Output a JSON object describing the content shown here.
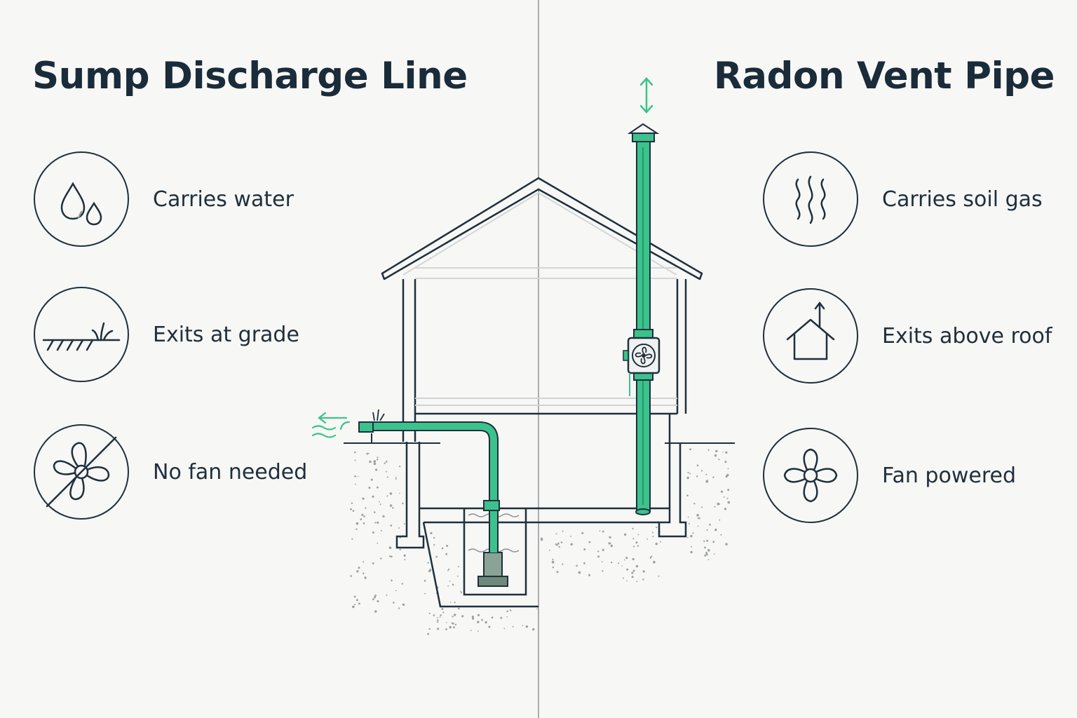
{
  "left": {
    "title": "Sump Discharge Line",
    "features": [
      {
        "icon": "water-drops-icon",
        "label": "Carries water"
      },
      {
        "icon": "ground-grade-icon",
        "label": "Exits at grade"
      },
      {
        "icon": "no-fan-icon",
        "label": "No fan needed"
      }
    ]
  },
  "right": {
    "title": "Radon Vent Pipe",
    "features": [
      {
        "icon": "soil-gas-wavy-icon",
        "label": "Carries soil gas"
      },
      {
        "icon": "house-roof-arrow-icon",
        "label": "Exits above roof"
      },
      {
        "icon": "fan-icon",
        "label": "Fan powered"
      }
    ]
  },
  "colors": {
    "background": "#f7f7f5",
    "ink": "#1f2f3d",
    "pipe": "#3cc28c",
    "pipe_dark": "#239a6c",
    "divider": "#a9adb1"
  }
}
